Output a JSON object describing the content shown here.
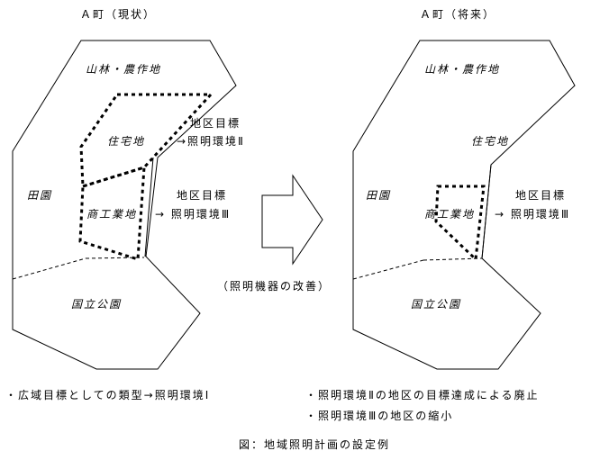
{
  "left_map": {
    "title": "Ａ町（現状）",
    "zone_forest": "山林・農作地",
    "zone_residential": "住宅地",
    "zone_fields": "田園",
    "zone_commercial": "商工業地",
    "zone_park": "国立公園",
    "target_residential_line1": "地区目標",
    "target_residential_line2": "→照明環境Ⅱ",
    "target_commercial_line1": "地区目標",
    "target_commercial_line2": "→ 照明環境Ⅲ"
  },
  "right_map": {
    "title": "Ａ町（将来）",
    "zone_forest": "山林・農作地",
    "zone_residential": "住宅地",
    "zone_fields": "田園",
    "zone_commercial": "商工業地",
    "zone_park": "国立公園",
    "target_commercial_line1": "地区目標",
    "target_commercial_line2": "→ 照明環境Ⅲ"
  },
  "arrow_caption": "（照明機器の改善）",
  "notes_left": [
    "・広域目標としての類型→照明環境Ⅰ"
  ],
  "notes_right": [
    "・照明環境Ⅱの地区の目標達成による廃止",
    "・照明環境Ⅲの地区の縮小"
  ],
  "figure_caption": "図：地域照明計画の設定例"
}
